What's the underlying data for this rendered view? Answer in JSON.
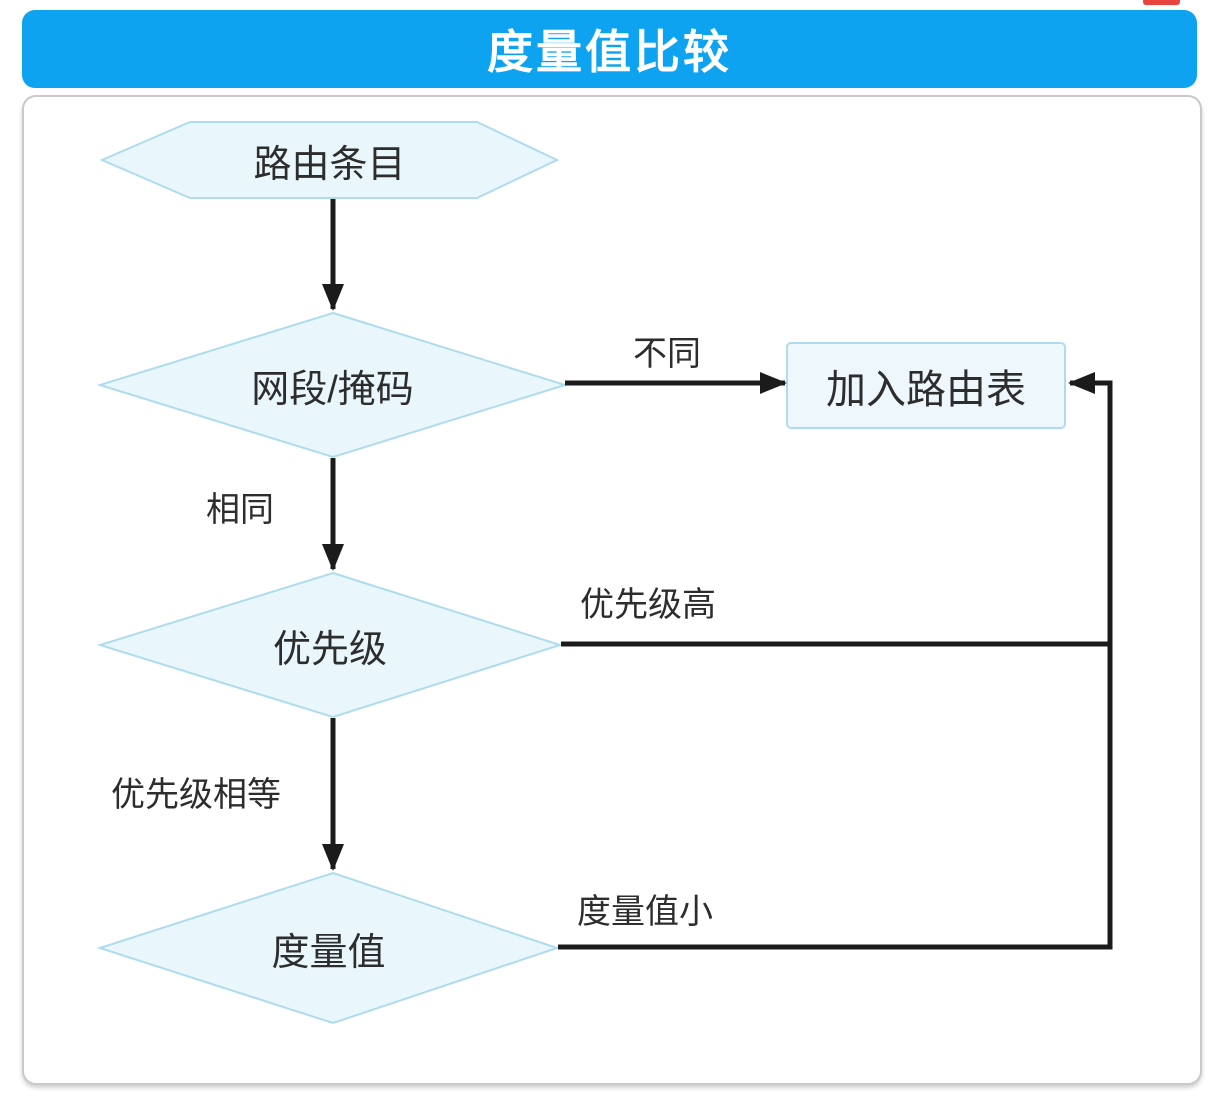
{
  "title": {
    "text": "度量值比较"
  },
  "flowchart": {
    "nodes": [
      {
        "id": "route-entry",
        "type": "hexagon",
        "label": "路由条目"
      },
      {
        "id": "network-mask",
        "type": "diamond",
        "label": "网段/掩码"
      },
      {
        "id": "priority",
        "type": "diamond",
        "label": "优先级"
      },
      {
        "id": "metric",
        "type": "diamond",
        "label": "度量值"
      },
      {
        "id": "add-routing-table",
        "type": "rectangle",
        "label": "加入路由表"
      }
    ],
    "edges": [
      {
        "from": "route-entry",
        "to": "network-mask",
        "label": ""
      },
      {
        "from": "network-mask",
        "to": "add-routing-table",
        "label": "不同"
      },
      {
        "from": "network-mask",
        "to": "priority",
        "label": "相同"
      },
      {
        "from": "priority",
        "to": "add-routing-table",
        "label": "优先级高"
      },
      {
        "from": "priority",
        "to": "metric",
        "label": "优先级相等"
      },
      {
        "from": "metric",
        "to": "add-routing-table",
        "label": "度量值小"
      }
    ],
    "colors": {
      "title_bg": "#0da3f0",
      "title_text": "#ffffff",
      "node_fill": "#e9f7fc",
      "box_fill": "#eef8fc",
      "node_border": "#aedcee",
      "edge_line": "#1b1b1b",
      "label_text": "#2d2d2d",
      "red_marker": "#e8453c",
      "container_border": "#c9c9c9"
    }
  }
}
